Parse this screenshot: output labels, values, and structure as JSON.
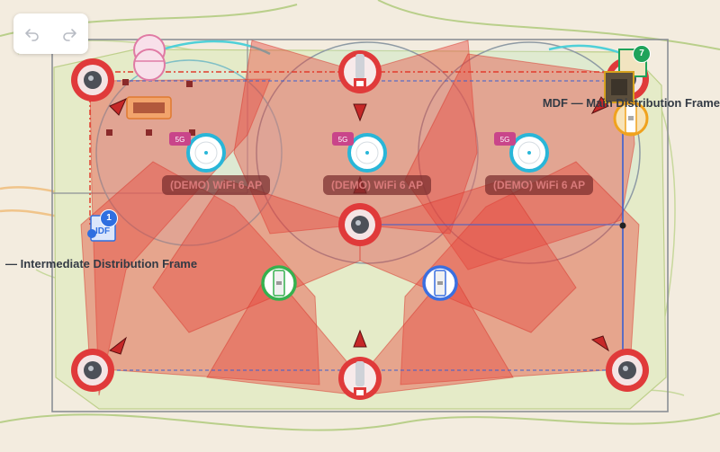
{
  "toolbar": {
    "undo_icon": "undo-icon",
    "redo_icon": "redo-icon"
  },
  "access_points": [
    {
      "label": "(DEMO) WiFi 6 AP",
      "band": "5G"
    },
    {
      "label": "(DEMO) WiFi 6 AP",
      "band": "5G"
    },
    {
      "label": "(DEMO) WiFi 6 AP",
      "band": "5G"
    }
  ],
  "frames": {
    "mdf_label": "MDF — Main Distribution Frame",
    "idf_label": "— Intermediate Distribution Frame",
    "idf_badge_text": "IDF"
  },
  "badges": {
    "mdf_count": "7",
    "idf_count": "1"
  },
  "colors": {
    "coverage": "#e8453c",
    "ap_ring": "#29b6d8",
    "camera_ring": "#e03a3a",
    "mdf_rack": "#6b5a3e",
    "mdf_badge": "#1fa35a",
    "idf_badge": "#2f6fe0"
  }
}
